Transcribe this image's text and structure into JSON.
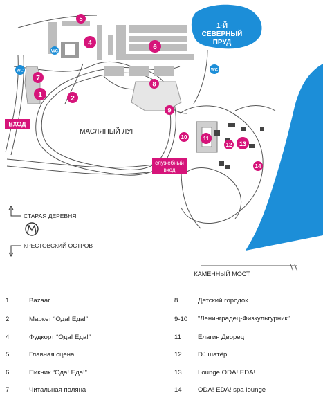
{
  "map": {
    "markers": [
      {
        "id": "5",
        "label": "5"
      },
      {
        "id": "4",
        "label": "4"
      },
      {
        "id": "6",
        "label": "6"
      },
      {
        "id": "7",
        "label": "7"
      },
      {
        "id": "1",
        "label": "1"
      },
      {
        "id": "2",
        "label": "2"
      },
      {
        "id": "8",
        "label": "8"
      },
      {
        "id": "9",
        "label": "9"
      },
      {
        "id": "10",
        "label": "10"
      },
      {
        "id": "11",
        "label": "11"
      },
      {
        "id": "12",
        "label": "12"
      },
      {
        "id": "13",
        "label": "13"
      },
      {
        "id": "14",
        "label": "14"
      }
    ],
    "wc_label": "WC",
    "pond_label_line1": "1-Й",
    "pond_label_line2": "СЕВЕРНЫЙ",
    "pond_label_line3": "ПРУД",
    "meadow_label": "МАСЛЯНЫЙ ЛУГ",
    "entrance_label": "ВХОД",
    "service_entrance_line1": "служебный",
    "service_entrance_line2": "вход",
    "old_village_label": "СТАРАЯ ДЕРЕВНЯ",
    "krestovsky_label": "КРЕСТОВСКИЙ ОСТРОВ",
    "bridge_label": "КАМЕННЫЙ МОСТ",
    "colors": {
      "accent": "#d6147a",
      "water": "#1c8ed8",
      "building": "#bdbdbd"
    },
    "icons": [
      "metro-icon",
      "arrow-up-icon",
      "arrow-down-icon"
    ]
  },
  "legend": {
    "left": [
      {
        "num": "1",
        "text": "Bazaar"
      },
      {
        "num": "2",
        "text": "Маркет “Ода! Еда!”"
      },
      {
        "num": "4",
        "text": "Фудкорт “Ода! Еда!”"
      },
      {
        "num": "5",
        "text": "Главная сцена"
      },
      {
        "num": "6",
        "text": "Пикник “Ода! Еда!”"
      },
      {
        "num": "7",
        "text": "Читальная поляна"
      }
    ],
    "right": [
      {
        "num": "8",
        "text": "Детский городок"
      },
      {
        "num": "9-10",
        "text": "“Ленинградец-Физкультурник”"
      },
      {
        "num": "11",
        "text": "Елагин Дворец"
      },
      {
        "num": "12",
        "text": "DJ шатёр"
      },
      {
        "num": "13",
        "text": "Lounge ODA! EDA!"
      },
      {
        "num": "14",
        "text": "ODA! EDA! spa lounge"
      }
    ]
  }
}
